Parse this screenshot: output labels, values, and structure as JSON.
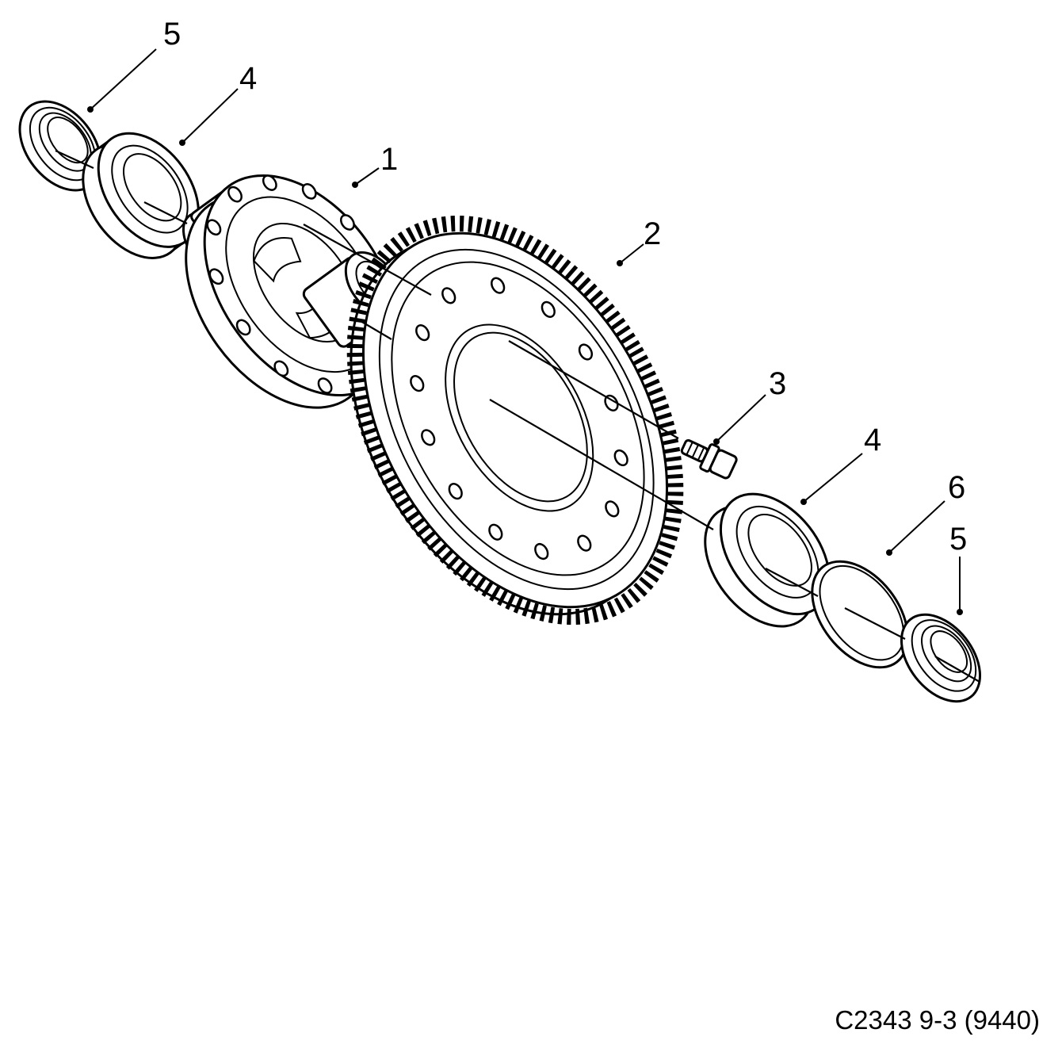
{
  "callouts": [
    {
      "id": "seal-left",
      "label": "5"
    },
    {
      "id": "bearing-left",
      "label": "4"
    },
    {
      "id": "diff-housing",
      "label": "1"
    },
    {
      "id": "ring-gear",
      "label": "2"
    },
    {
      "id": "bolt",
      "label": "3"
    },
    {
      "id": "bearing-right",
      "label": "4"
    },
    {
      "id": "shim",
      "label": "6"
    },
    {
      "id": "seal-right",
      "label": "5"
    }
  ],
  "caption": "C2343 9-3 (9440)"
}
